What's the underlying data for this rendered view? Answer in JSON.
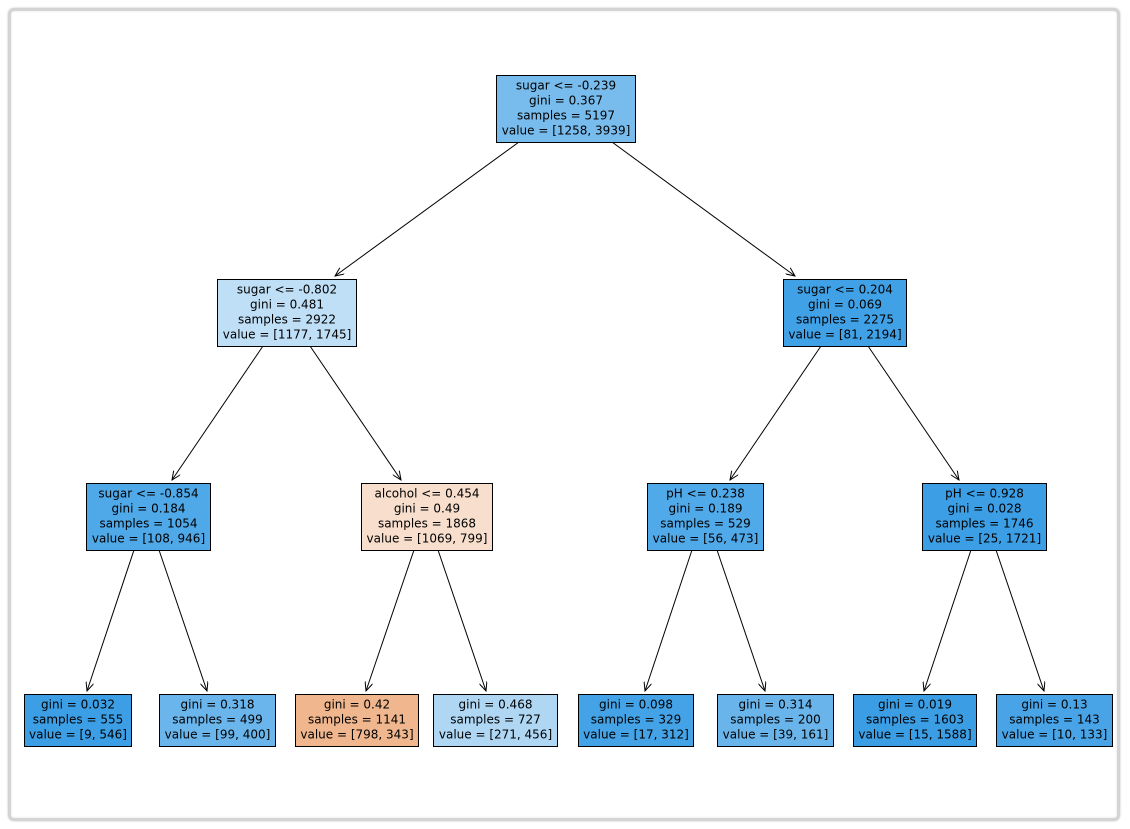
{
  "tree": {
    "nodes": [
      {
        "id": "n0",
        "lines": [
          "sugar <= -0.239",
          "gini = 0.367",
          "samples = 5197",
          "value = [1258, 3939]"
        ],
        "fill": "#78bced"
      },
      {
        "id": "n1",
        "lines": [
          "sugar <= -0.802",
          "gini = 0.481",
          "samples = 2922",
          "value = [1177, 1745]"
        ],
        "fill": "#bfdff7"
      },
      {
        "id": "n2",
        "lines": [
          "sugar <= 0.204",
          "gini = 0.069",
          "samples = 2275",
          "value = [81, 2194]"
        ],
        "fill": "#40a1e6"
      },
      {
        "id": "n3",
        "lines": [
          "sugar <= -0.854",
          "gini = 0.184",
          "samples = 1054",
          "value = [108, 946]"
        ],
        "fill": "#4fa8e8"
      },
      {
        "id": "n4",
        "lines": [
          "alcohol <= 0.454",
          "gini = 0.49",
          "samples = 1868",
          "value = [1069, 799]"
        ],
        "fill": "#f8dfcd"
      },
      {
        "id": "n5",
        "lines": [
          "pH <= 0.238",
          "gini = 0.189",
          "samples = 529",
          "value = [56, 473]"
        ],
        "fill": "#50a9e8"
      },
      {
        "id": "n6",
        "lines": [
          "pH <= 0.928",
          "gini = 0.028",
          "samples = 1746",
          "value = [25, 1721]"
        ],
        "fill": "#3c9ee5"
      },
      {
        "id": "n7",
        "lines": [
          "gini = 0.032",
          "samples = 555",
          "value = [9, 546]"
        ],
        "fill": "#3c9fe5"
      },
      {
        "id": "n8",
        "lines": [
          "gini = 0.318",
          "samples = 499",
          "value = [99, 400]"
        ],
        "fill": "#6ab5eb"
      },
      {
        "id": "n9",
        "lines": [
          "gini = 0.42",
          "samples = 1141",
          "value = [798, 343]"
        ],
        "fill": "#f0b78e"
      },
      {
        "id": "n10",
        "lines": [
          "gini = 0.468",
          "samples = 727",
          "value = [271, 456]"
        ],
        "fill": "#afd7f4"
      },
      {
        "id": "n11",
        "lines": [
          "gini = 0.098",
          "samples = 329",
          "value = [17, 312]"
        ],
        "fill": "#44a2e6"
      },
      {
        "id": "n12",
        "lines": [
          "gini = 0.314",
          "samples = 200",
          "value = [39, 161]"
        ],
        "fill": "#69b5eb"
      },
      {
        "id": "n13",
        "lines": [
          "gini = 0.019",
          "samples = 1603",
          "value = [15, 1588]"
        ],
        "fill": "#3b9ee5"
      },
      {
        "id": "n14",
        "lines": [
          "gini = 0.13",
          "samples = 143",
          "value = [10, 133]"
        ],
        "fill": "#48a4e7"
      }
    ],
    "edges": [
      [
        "n0",
        "n1"
      ],
      [
        "n0",
        "n2"
      ],
      [
        "n1",
        "n3"
      ],
      [
        "n1",
        "n4"
      ],
      [
        "n2",
        "n5"
      ],
      [
        "n2",
        "n6"
      ],
      [
        "n3",
        "n7"
      ],
      [
        "n3",
        "n8"
      ],
      [
        "n4",
        "n9"
      ],
      [
        "n4",
        "n10"
      ],
      [
        "n5",
        "n11"
      ],
      [
        "n5",
        "n12"
      ],
      [
        "n6",
        "n13"
      ],
      [
        "n6",
        "n14"
      ]
    ]
  }
}
